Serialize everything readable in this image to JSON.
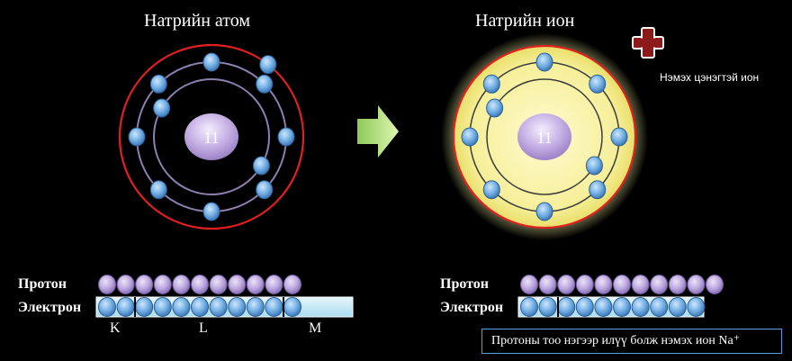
{
  "left_panel": {
    "title": "Натрийн атом",
    "nucleus_label": "11",
    "proton_label": "Протон",
    "electron_label": "Электрон",
    "shell_labels": [
      "K",
      "L",
      "M"
    ],
    "proton_count": 11,
    "electron_shells": [
      2,
      8,
      1
    ]
  },
  "right_panel": {
    "title": "Натрийн ион",
    "nucleus_label": "11",
    "proton_label": "Протон",
    "electron_label": "Электрон",
    "proton_count": 11,
    "electron_shells": [
      2,
      8
    ],
    "charge_symbol": "+",
    "charge_note": "Нэмэх цэнэгтэй ион"
  },
  "info_text": "Протоны тоо нэгээр илүү болж нэмэх ион Na⁺",
  "colors": {
    "background": "#000000",
    "outer_shell": "#e02020",
    "electron": "#6aa6dc",
    "proton": "#b9a2dd",
    "nucleus": "#c4b0e4",
    "ion_glow": "#f4f0a0",
    "arrow": "#b7e07a",
    "plus": "#8b1a1a"
  }
}
